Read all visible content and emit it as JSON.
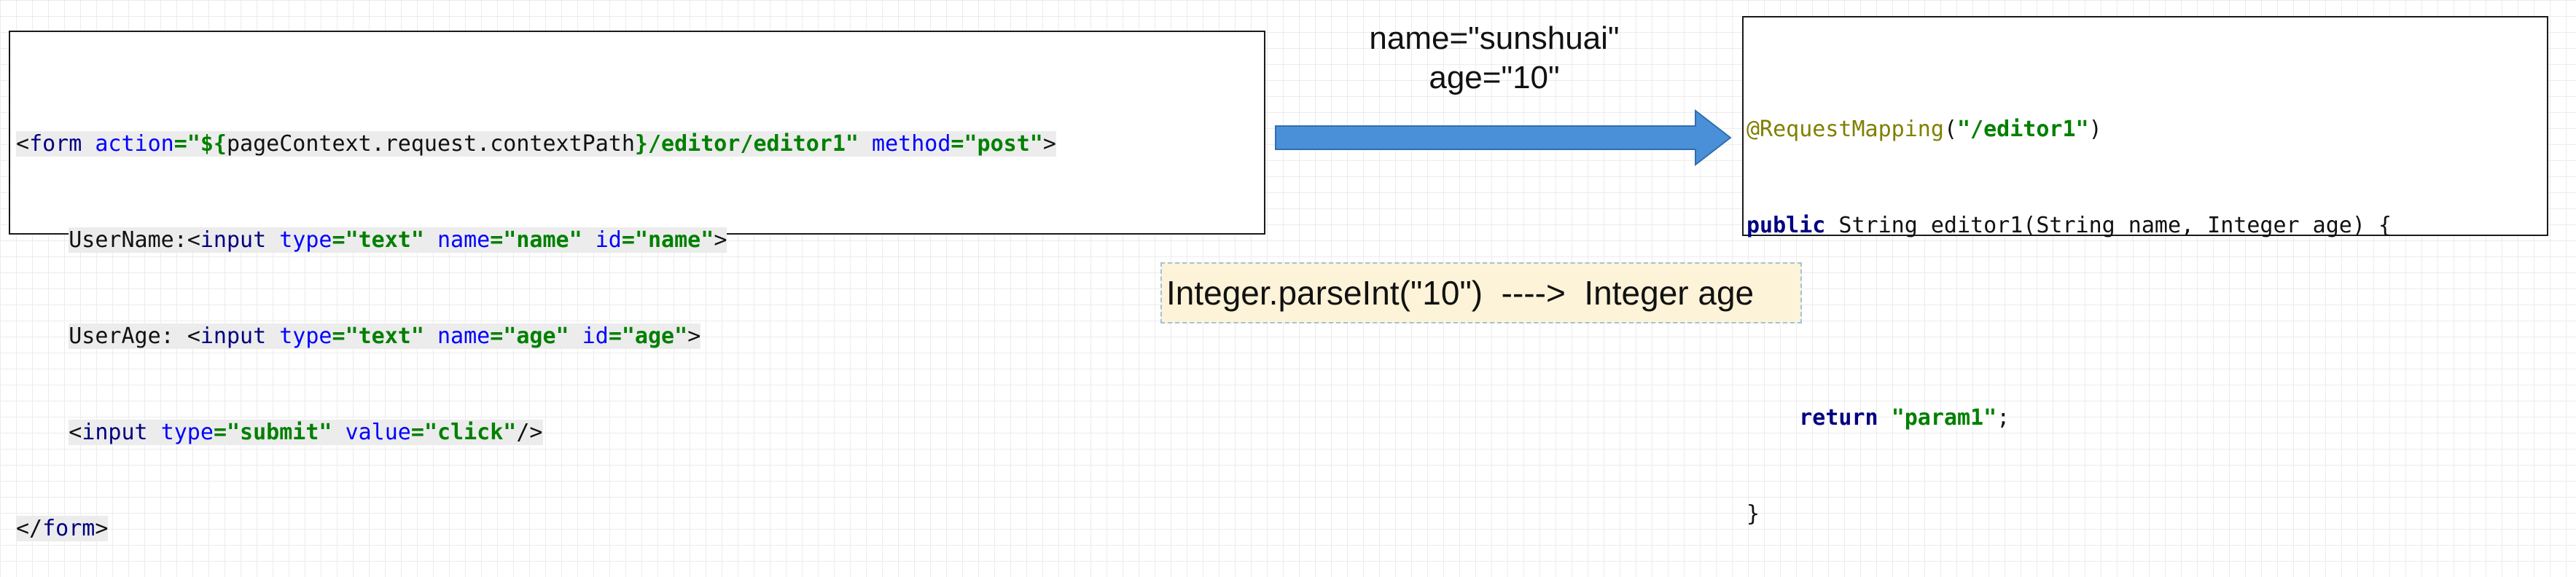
{
  "form_snippet": {
    "lines": [
      {
        "open_bracket": "<",
        "tag": "form",
        "attr1": "action",
        "eq1": "=\"",
        "expr_open": "${",
        "expr_body": "pageContext.request.contextPath",
        "expr_close": "}",
        "path": "/editor/editor1\"",
        "attr2": "method",
        "eq2": "=",
        "val2": "\"post\"",
        "close": ">"
      },
      {
        "indent": "    ",
        "label": "UserName:",
        "open_bracket": "<",
        "tag": "input",
        "attr1": "type",
        "eq1": "=",
        "val1": "\"text\"",
        "attr2": "name",
        "eq2": "=",
        "val2": "\"name\"",
        "attr3": "id",
        "eq3": "=",
        "val3": "\"name\"",
        "close": ">"
      },
      {
        "indent": "    ",
        "label": "UserAge: ",
        "open_bracket": "<",
        "tag": "input",
        "attr1": "type",
        "eq1": "=",
        "val1": "\"text\"",
        "attr2": "name",
        "eq2": "=",
        "val2": "\"age\"",
        "attr3": "id",
        "eq3": "=",
        "val3": "\"age\"",
        "close": ">"
      },
      {
        "indent": "    ",
        "open_bracket": "<",
        "tag": "input",
        "attr1": "type",
        "eq1": "=",
        "val1": "\"submit\"",
        "attr2": "value",
        "eq2": "=",
        "val2": "\"click\"",
        "close": "/>"
      },
      {
        "open_bracket": "</",
        "tag": "form",
        "close": ">"
      }
    ]
  },
  "params_label": {
    "line1": "name=\"sunshuai\"",
    "line2": "age=\"10\""
  },
  "controller_snippet": {
    "annotation": "@RequestMapping",
    "anno_open": "(",
    "anno_value": "\"/editor1\"",
    "anno_close": ")",
    "kw_public": "public",
    "signature": " String editor1(String name, Integer age) {",
    "kw_return": "return",
    "return_value": "\"param1\"",
    "semicolon": ";",
    "close_brace": "}"
  },
  "conversion_note": {
    "text": "Integer.parseInt(\"10\")  ---->  Integer age"
  },
  "colors": {
    "arrow_fill": "#4a90d9",
    "arrow_stroke": "#2f6fad",
    "note_background": "#fcf3d8",
    "html_tag": "#000080",
    "html_attr": "#0000ff",
    "string": "#008000",
    "annotation": "#808000"
  }
}
